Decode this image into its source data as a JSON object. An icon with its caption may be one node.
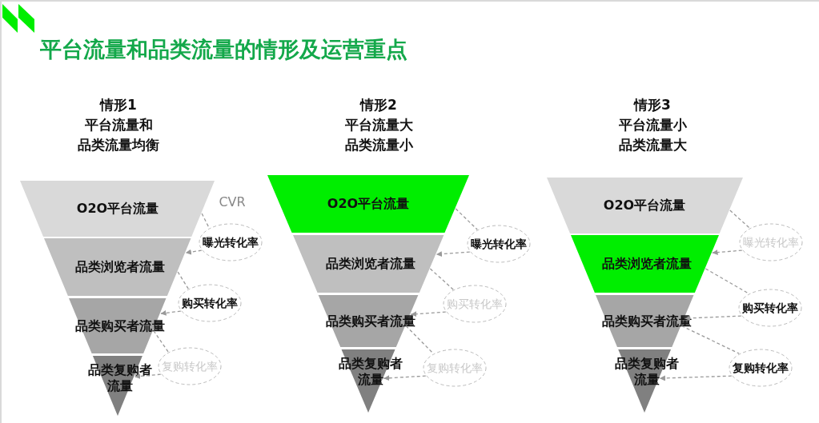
{
  "diagram": {
    "title": "平台流量和品类流量的情形及运营重点",
    "nodes": [
      {
        "text": [
          "O2O平台流量"
        ]
      },
      {
        "text": [
          "曝光转化率"
        ]
      },
      {
        "text": [
          "品类浏览者流量"
        ]
      },
      {
        "text": [
          "购买转化率"
        ]
      },
      {
        "text": [
          "品类购买者流量"
        ]
      },
      {
        "text": [
          "复购转化率"
        ]
      },
      {
        "text": [
          "品类复购者流量"
        ]
      },
      {
        "text": [
          "O2O平台流量"
        ]
      },
      {
        "text": [
          "曝光转化率"
        ]
      },
      {
        "text": [
          "品类浏览者流量"
        ]
      },
      {
        "text": [
          "购买转化率"
        ]
      },
      {
        "text": [
          "品类购买者流量"
        ]
      },
      {
        "text": [
          "复购转化率"
        ]
      },
      {
        "text": [
          "品类复购者流量"
        ]
      },
      {
        "text": [
          "O2O平台流量"
        ]
      },
      {
        "text": [
          "曝光转化率"
        ]
      },
      {
        "text": [
          "品类浏览者流量"
        ]
      },
      {
        "text": [
          "购买转化率"
        ]
      },
      {
        "text": [
          "品类购买者流量"
        ]
      },
      {
        "text": [
          "复购转化率"
        ]
      },
      {
        "text": [
          "品类复购者流量"
        ]
      }
    ],
    "edges": [
      {
        "from": 0,
        "to": 1,
        "arrow": "none",
        "style": "dashed"
      },
      {
        "from": 1,
        "to": 2,
        "arrow": "to",
        "style": "dashed"
      },
      {
        "from": 2,
        "to": 3,
        "arrow": "none",
        "style": "dashed"
      },
      {
        "from": 3,
        "to": 4,
        "arrow": "to",
        "style": "dashed"
      },
      {
        "from": 4,
        "to": 5,
        "arrow": "none",
        "style": "dashed"
      },
      {
        "from": 5,
        "to": 6,
        "arrow": "to",
        "style": "dashed"
      },
      {
        "from": 7,
        "to": 8,
        "arrow": "none",
        "style": "dashed"
      },
      {
        "from": 8,
        "to": 9,
        "arrow": "to",
        "style": "dashed"
      },
      {
        "from": 9,
        "to": 10,
        "arrow": "none",
        "style": "dashed"
      },
      {
        "from": 10,
        "to": 11,
        "arrow": "to",
        "style": "dashed"
      },
      {
        "from": 11,
        "to": 12,
        "arrow": "none",
        "style": "dashed"
      },
      {
        "from": 12,
        "to": 13,
        "arrow": "to",
        "style": "dashed"
      },
      {
        "from": 14,
        "to": 15,
        "arrow": "none",
        "style": "dashed"
      },
      {
        "from": 15,
        "to": 16,
        "arrow": "to",
        "style": "dashed"
      },
      {
        "from": 16,
        "to": 17,
        "arrow": "none",
        "style": "dashed"
      },
      {
        "from": 17,
        "to": 18,
        "arrow": "to",
        "style": "dashed"
      },
      {
        "from": 18,
        "to": 19,
        "arrow": "none",
        "style": "dashed"
      },
      {
        "from": 19,
        "to": 20,
        "arrow": "to",
        "style": "dashed"
      }
    ],
    "labels": [
      "情形1平台流量和品类流量均衡",
      "CVR",
      "情形2平台流量大品类流量小",
      "情形3平台流量小品类流量大"
    ]
  }
}
